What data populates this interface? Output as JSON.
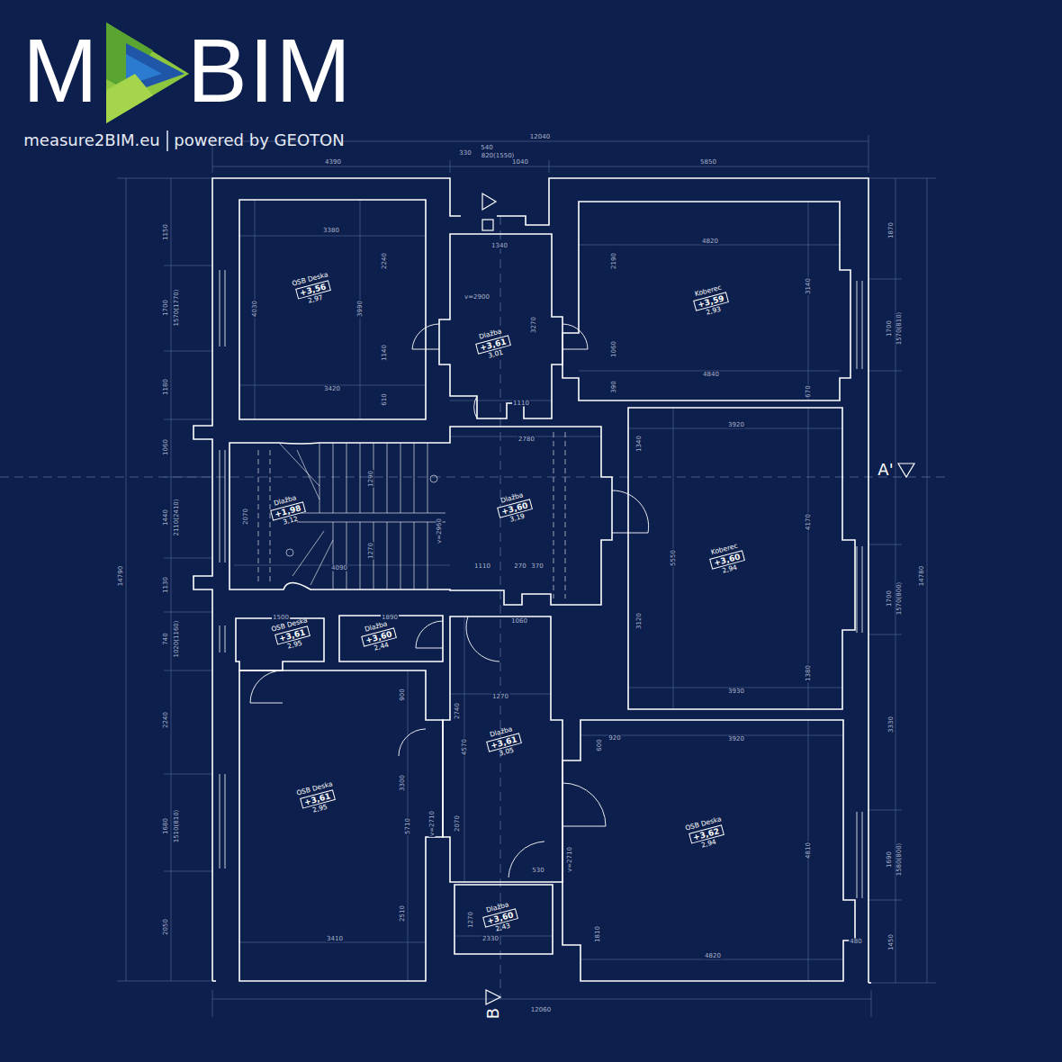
{
  "diagram": {
    "nodes": [
      {
        "text": [
          "OSB Deska",
          "+3,56",
          "2,97"
        ]
      },
      {
        "text": [
          "Koberec",
          "+3,59",
          "2,93"
        ]
      },
      {
        "text": [
          "Dlažba",
          "+3,61",
          "3,01"
        ]
      },
      {
        "text": [
          "Dlažba",
          "+1,98",
          "3,12"
        ]
      },
      {
        "text": [
          "Dlažba",
          "+3,60",
          "3,19"
        ]
      },
      {
        "text": [
          "Koberec",
          "+3,60",
          "2,94"
        ]
      },
      {
        "text": [
          "OSB Deska",
          "+3,61",
          "2,95"
        ]
      },
      {
        "text": [
          "Dlažba",
          "+3,60",
          "2,44"
        ]
      },
      {
        "text": [
          "Dlažba",
          "+3,61",
          "3,05"
        ]
      },
      {
        "text": [
          "OSB Deska",
          "+3,61",
          "2,95"
        ]
      },
      {
        "text": [
          "OSB Deska",
          "+3,62",
          "2,94"
        ]
      },
      {
        "text": [
          "Dlažba",
          "+3,60",
          "2,43"
        ]
      }
    ],
    "labels": [
      "M",
      "BIM",
      "measure2BIM.eu",
      "powered by GEOTON",
      "A'",
      "B",
      "12040",
      "4390",
      "330",
      "540",
      "820(1550)",
      "1040",
      "5850",
      "12060",
      "3380",
      "2240",
      "4030",
      "3990",
      "1140",
      "610",
      "3420",
      "1150",
      "1700",
      "1570(1770)",
      "1180",
      "1060",
      "1440",
      "2110(2410)",
      "1130",
      "740",
      "1020(1160)",
      "2240",
      "1680",
      "1510(810)",
      "2050",
      "14790",
      "1870",
      "1700",
      "1570(810)",
      "1700",
      "1570(800)",
      "3330",
      "1690",
      "1580(800)",
      "1450",
      "14780",
      "4820",
      "2190",
      "3140",
      "1060",
      "4840",
      "390",
      "670",
      "1340",
      "v=2900",
      "3270",
      "1110",
      "2780",
      "3920",
      "1340",
      "4170",
      "5550",
      "3120",
      "1380",
      "3930",
      "2070",
      "4090",
      "v=2960",
      "1110",
      "270",
      "370",
      "1290",
      "1270",
      "920",
      "3920",
      "600",
      "4810",
      "1810",
      "4820",
      "480",
      "v=2710",
      "1500",
      "1890",
      "900",
      "3300",
      "5710",
      "2510",
      "3410",
      "1270",
      "2740",
      "4570",
      "v=2710",
      "2070",
      "1270",
      "2330",
      "1060",
      "530"
    ]
  }
}
